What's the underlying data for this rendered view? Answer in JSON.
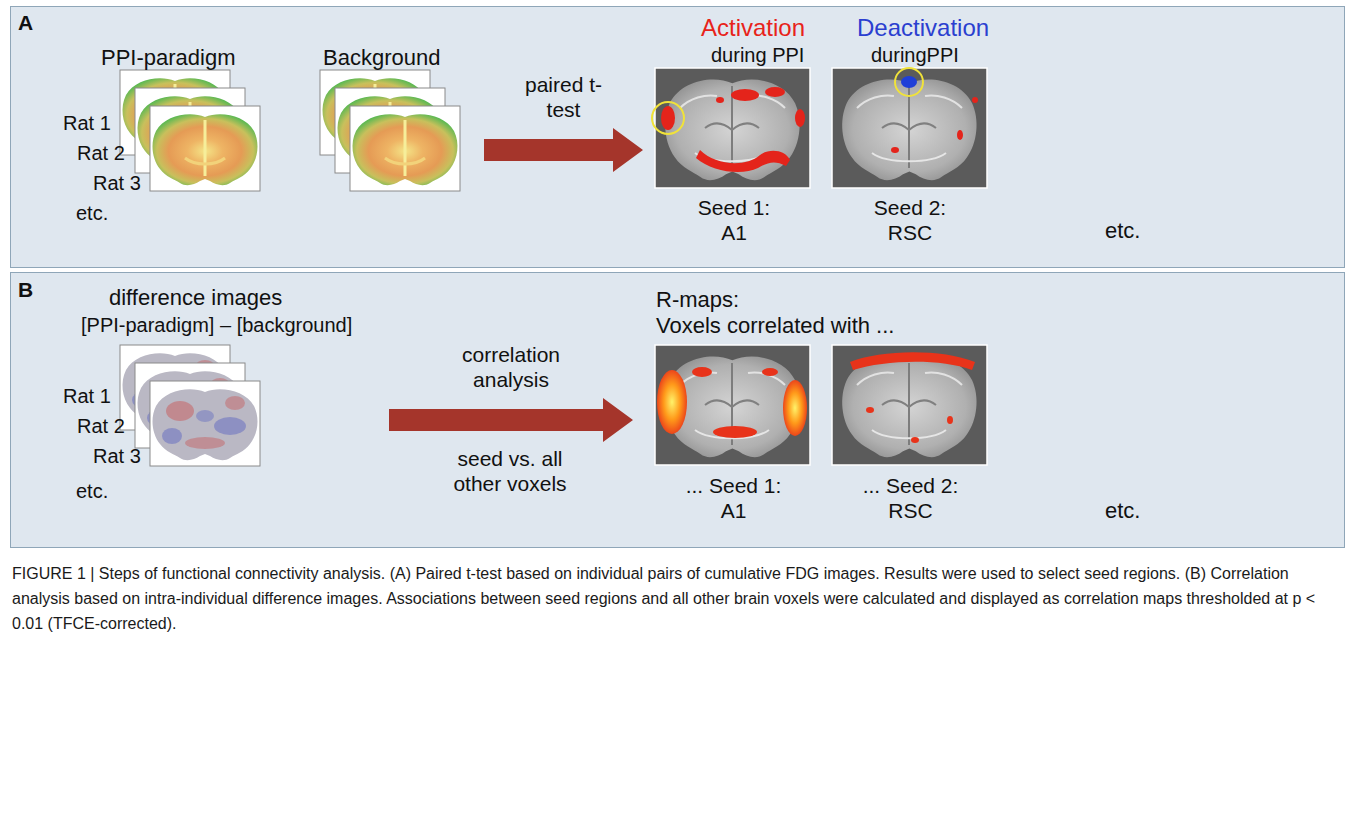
{
  "diagram": {
    "caption": "FIGURE 1 | Steps of functional connectivity analysis. (A) Paired t-test based on individual pairs of cumulative FDG images. Results were used to select seed regions. (B) Correlation analysis based on intra-individual difference images. Associations between seed regions and all other brain voxels were calculated and displayed as correlation maps thresholded at p < 0.01 (TFCE-corrected).",
    "nodes": [
      {
        "text": [
          "A"
        ]
      },
      {
        "text": [
          "PPI-paradigm",
          "Rat 1",
          "Rat 2",
          "Rat 3",
          "etc."
        ],
        "in": 0
      },
      {
        "text": [
          "Background"
        ],
        "in": 0
      },
      {
        "text": [
          "Activation",
          "during PPI",
          "Seed 1: A1"
        ],
        "in": 0
      },
      {
        "text": [
          "Deactivation",
          "duringPPI",
          "Seed 2: RSC"
        ],
        "in": 0
      },
      {
        "text": [
          "B"
        ]
      },
      {
        "text": [
          "difference images",
          "[PPI-paradigm] – [background]",
          "Rat 1",
          "Rat 2",
          "Rat 3",
          "etc."
        ],
        "in": 5
      },
      {
        "text": [
          "R-maps:",
          "Voxels correlated with ..."
        ],
        "in": 5
      },
      {
        "text": [
          "... Seed 1: A1"
        ],
        "in": 7
      },
      {
        "text": [
          "... Seed 2: RSC"
        ],
        "in": 7
      }
    ],
    "edges": [
      {
        "from": 2,
        "to": 3,
        "arrow": "to",
        "label": "paired t-test"
      },
      {
        "from": 6,
        "to": 7,
        "arrow": "to",
        "label": "correlation analysis"
      }
    ],
    "labels": [
      "etc.",
      "seed vs. all other voxels",
      "etc."
    ]
  }
}
